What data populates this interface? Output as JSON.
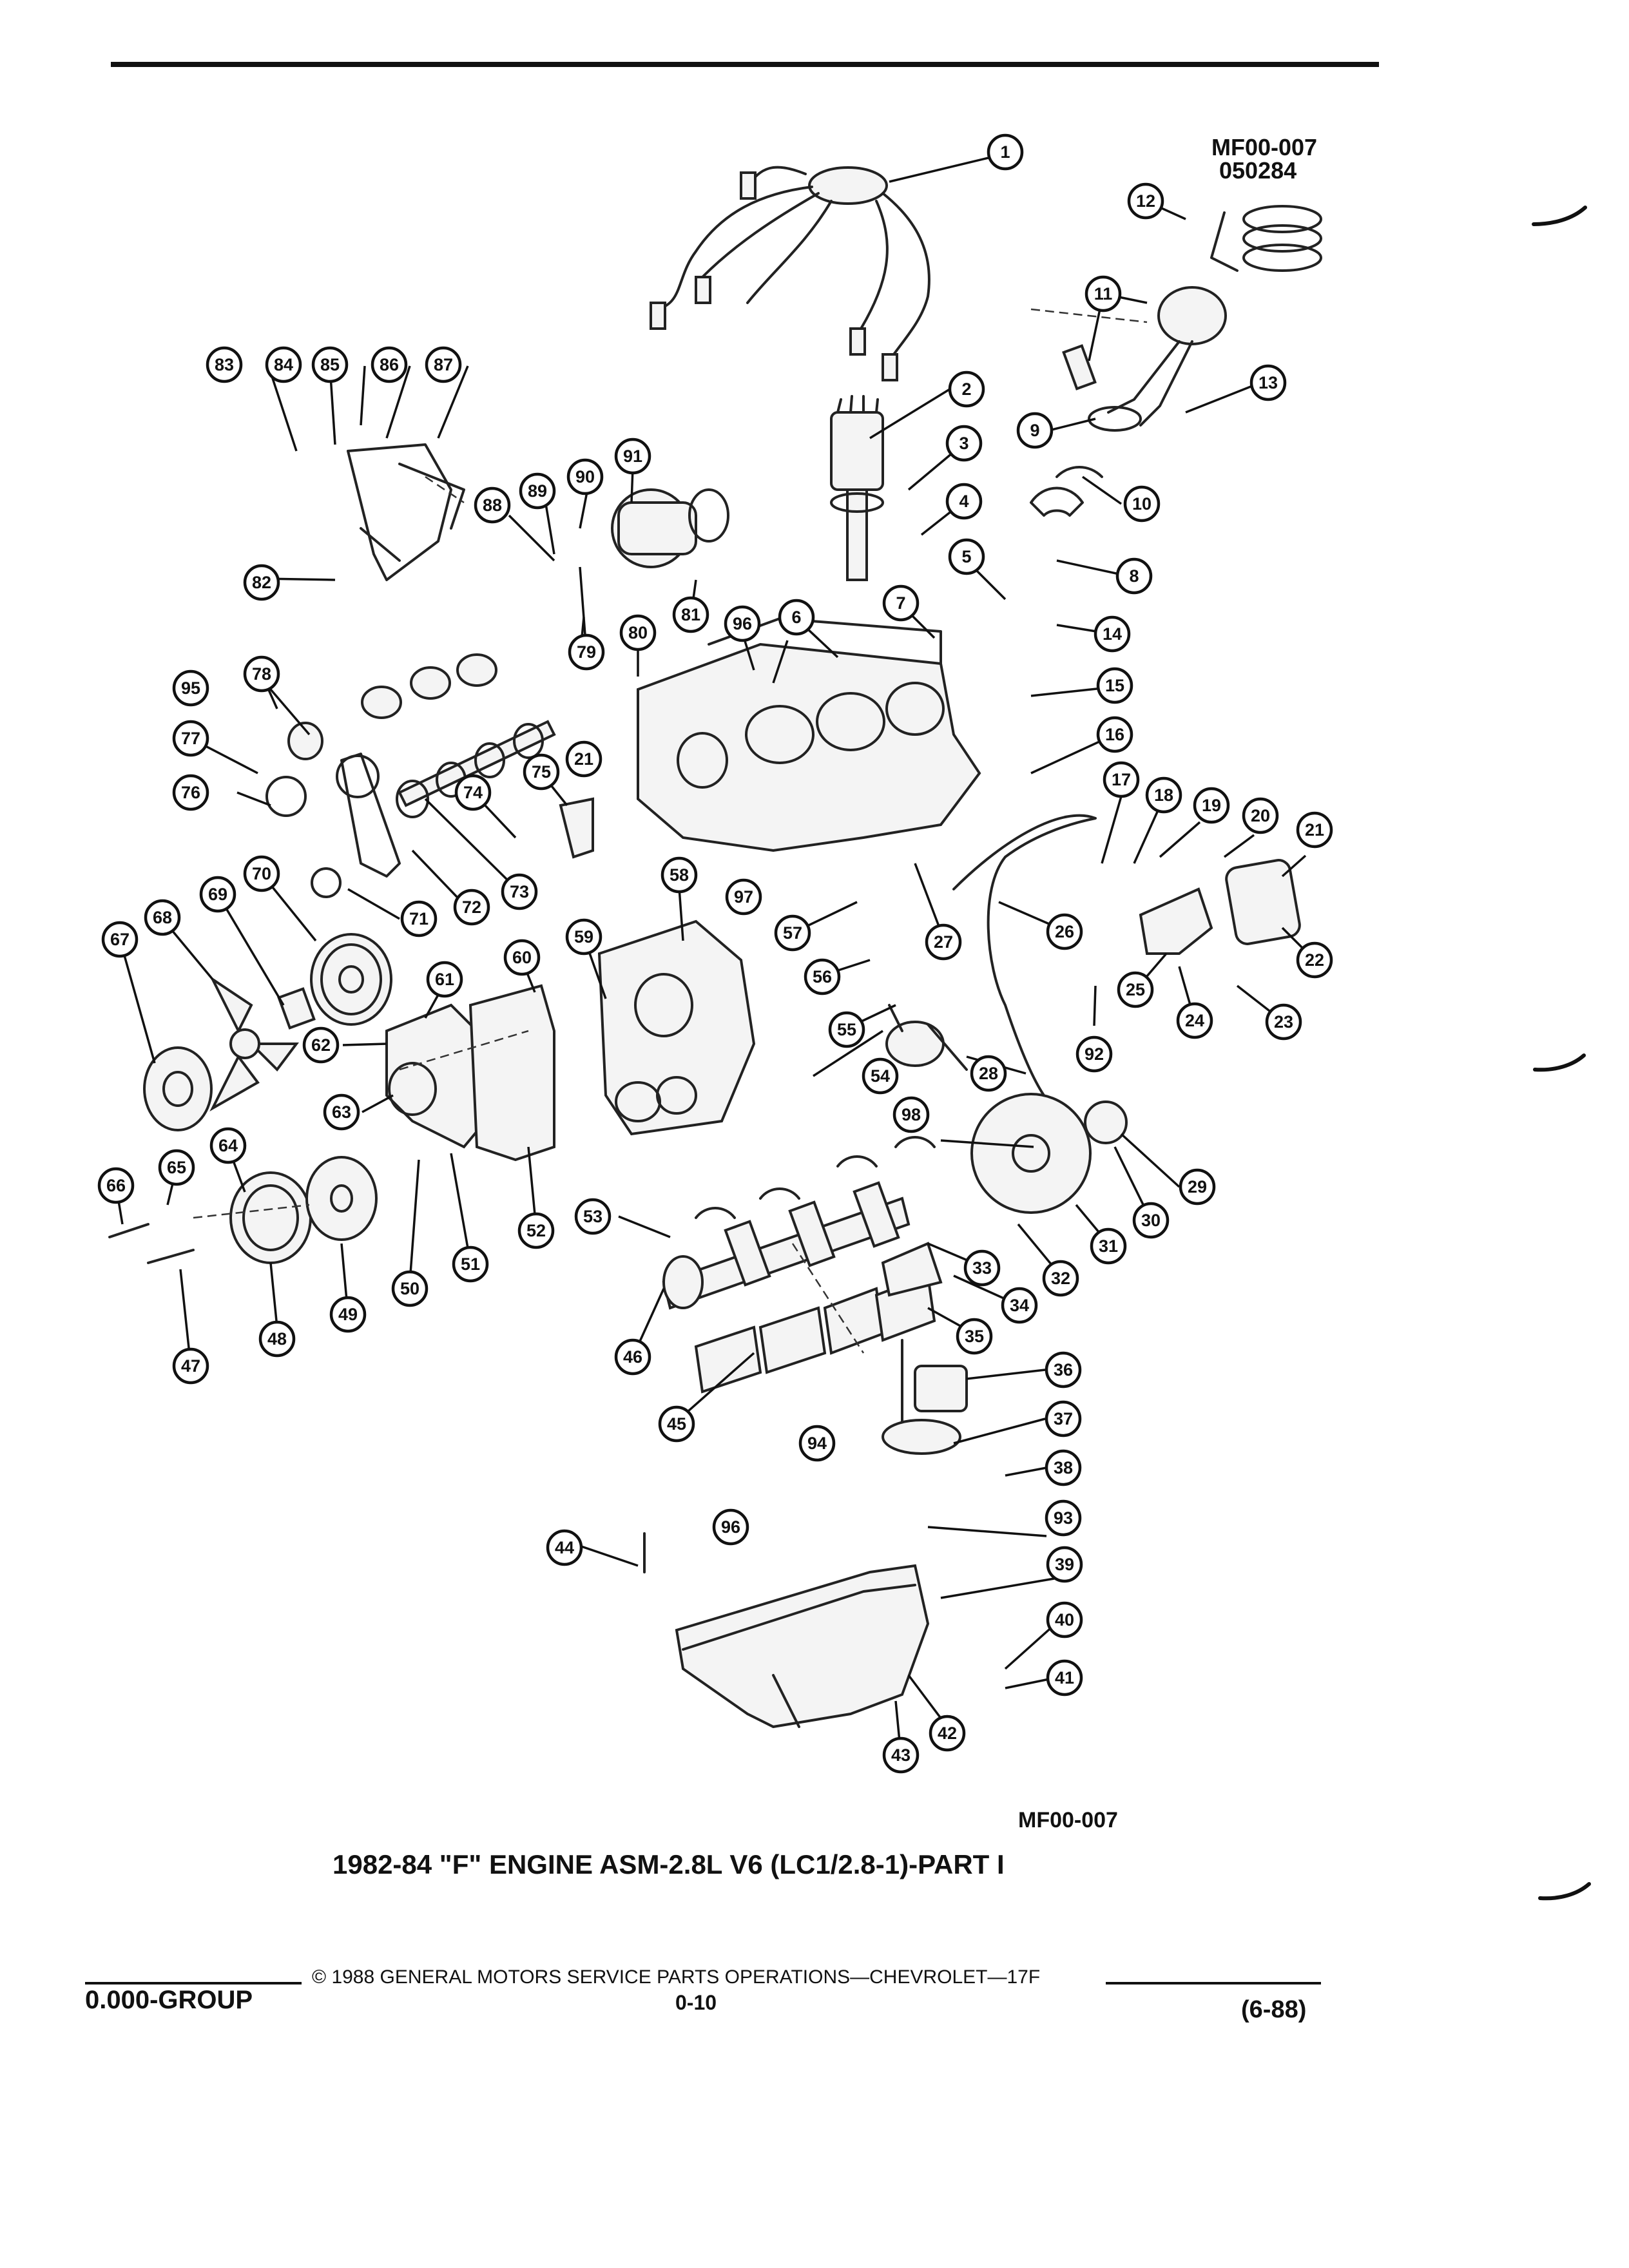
{
  "header": {
    "code_top": "MF00-007",
    "date_code": "050284"
  },
  "figure": {
    "code_bottom": "MF00-007",
    "title": "1982-84 \"F\" ENGINE ASM-2.8L V6 (LC1/2.8-1)-PART I"
  },
  "footer": {
    "group": "0.000-GROUP",
    "copyright": "© 1988 GENERAL MOTORS SERVICE PARTS OPERATIONS—CHEVROLET—17F",
    "page": "0-10",
    "revision": "(6-88)"
  },
  "callouts": [
    {
      "n": "1"
    },
    {
      "n": "2"
    },
    {
      "n": "3"
    },
    {
      "n": "4"
    },
    {
      "n": "5"
    },
    {
      "n": "6"
    },
    {
      "n": "7"
    },
    {
      "n": "8"
    },
    {
      "n": "9"
    },
    {
      "n": "10"
    },
    {
      "n": "11"
    },
    {
      "n": "12"
    },
    {
      "n": "13"
    },
    {
      "n": "14"
    },
    {
      "n": "15"
    },
    {
      "n": "16"
    },
    {
      "n": "17"
    },
    {
      "n": "18"
    },
    {
      "n": "19"
    },
    {
      "n": "20"
    },
    {
      "n": "21"
    },
    {
      "n": "21"
    },
    {
      "n": "22"
    },
    {
      "n": "23"
    },
    {
      "n": "24"
    },
    {
      "n": "25"
    },
    {
      "n": "26"
    },
    {
      "n": "27"
    },
    {
      "n": "28"
    },
    {
      "n": "29"
    },
    {
      "n": "30"
    },
    {
      "n": "31"
    },
    {
      "n": "32"
    },
    {
      "n": "33"
    },
    {
      "n": "34"
    },
    {
      "n": "35"
    },
    {
      "n": "36"
    },
    {
      "n": "37"
    },
    {
      "n": "38"
    },
    {
      "n": "39"
    },
    {
      "n": "40"
    },
    {
      "n": "41"
    },
    {
      "n": "42"
    },
    {
      "n": "43"
    },
    {
      "n": "44"
    },
    {
      "n": "45"
    },
    {
      "n": "46"
    },
    {
      "n": "47"
    },
    {
      "n": "48"
    },
    {
      "n": "49"
    },
    {
      "n": "50"
    },
    {
      "n": "51"
    },
    {
      "n": "52"
    },
    {
      "n": "53"
    },
    {
      "n": "54"
    },
    {
      "n": "55"
    },
    {
      "n": "56"
    },
    {
      "n": "57"
    },
    {
      "n": "58"
    },
    {
      "n": "59"
    },
    {
      "n": "60"
    },
    {
      "n": "61"
    },
    {
      "n": "62"
    },
    {
      "n": "63"
    },
    {
      "n": "64"
    },
    {
      "n": "65"
    },
    {
      "n": "66"
    },
    {
      "n": "67"
    },
    {
      "n": "68"
    },
    {
      "n": "69"
    },
    {
      "n": "70"
    },
    {
      "n": "71"
    },
    {
      "n": "72"
    },
    {
      "n": "73"
    },
    {
      "n": "74"
    },
    {
      "n": "75"
    },
    {
      "n": "76"
    },
    {
      "n": "77"
    },
    {
      "n": "78"
    },
    {
      "n": "79"
    },
    {
      "n": "80"
    },
    {
      "n": "81"
    },
    {
      "n": "82"
    },
    {
      "n": "83"
    },
    {
      "n": "84"
    },
    {
      "n": "85"
    },
    {
      "n": "86"
    },
    {
      "n": "87"
    },
    {
      "n": "88"
    },
    {
      "n": "89"
    },
    {
      "n": "90"
    },
    {
      "n": "91"
    },
    {
      "n": "92"
    },
    {
      "n": "93"
    },
    {
      "n": "94"
    },
    {
      "n": "95"
    },
    {
      "n": "96"
    },
    {
      "n": "96"
    },
    {
      "n": "97"
    },
    {
      "n": "98"
    }
  ]
}
